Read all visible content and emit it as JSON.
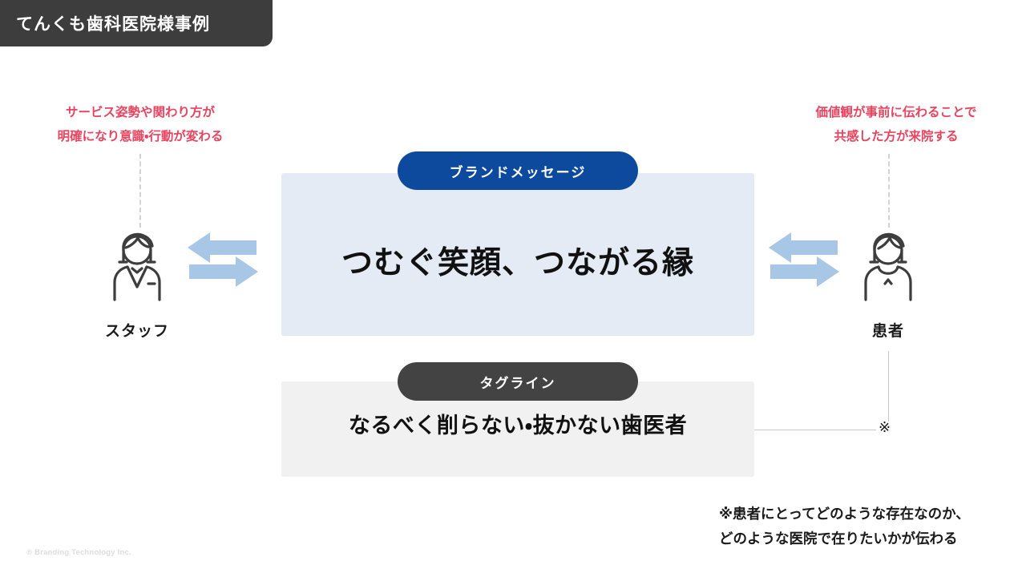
{
  "slide": {
    "title": "てんくも歯科医院様事例",
    "background_color": "#ffffff"
  },
  "colors": {
    "title_tab_bg": "#3d3d3d",
    "annotation_text": "#e8445f",
    "brand_panel_bg": "#e4ebf5",
    "brand_pill_bg": "#0d4a9e",
    "tagline_panel_bg": "#f1f1f1",
    "tagline_pill_bg": "#434343",
    "arrow_fill": "#a8c6e5",
    "icon_stroke": "#3d3d3d",
    "connector_line": "#c9c9c9",
    "credit_text": "#dcdcdc"
  },
  "left": {
    "annotation": {
      "line1": "サービス姿勢や関わり方が",
      "line2": "明確になり意識・行動が変わる"
    },
    "icon_name": "staff-person-icon",
    "label": "スタッフ"
  },
  "right": {
    "annotation": {
      "line1": "価値観が事前に伝わることで",
      "line2": "共感した方が来院する"
    },
    "icon_name": "patient-person-icon",
    "label": "患者"
  },
  "center": {
    "brand": {
      "badge": "ブランドメッセージ",
      "message": "つむぐ笑顔、つながる縁"
    },
    "tagline": {
      "badge": "タグライン",
      "message": "なるべく削らない・抜かない歯医者"
    }
  },
  "note": {
    "marker": "※",
    "line1": "※患者にとってどのような存在なのか、",
    "line2": "どのような医院で在りたいかが伝わる"
  },
  "footer": {
    "credit": "® Branding Technology Inc."
  }
}
